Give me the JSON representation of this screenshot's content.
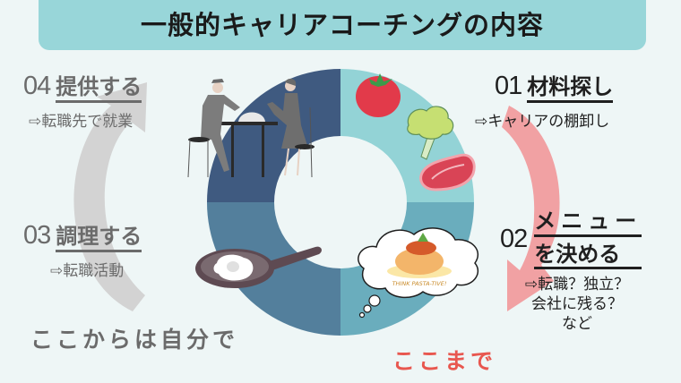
{
  "title": "一般的キャリアコーチングの内容",
  "colors": {
    "background": "#eef6f6",
    "banner": "#98d6d9",
    "ring_top_left": "#3f5a80",
    "ring_top_right": "#93d3d6",
    "ring_bottom_left": "#537f9c",
    "ring_bottom_right": "#6aadbd",
    "coach_arrow": "#f1a1a3",
    "self_arrow": "#d3d3d3",
    "coach_note": "#e8574f",
    "self_note": "#6b6b6b"
  },
  "steps": [
    {
      "num": "01",
      "title": "材料探し",
      "sub": [
        "⇨キャリアの棚卸し"
      ]
    },
    {
      "num": "02",
      "title_lines": [
        "メニュー",
        "を決める"
      ],
      "sub": [
        "⇨転職？独立？",
        "会社に残る？",
        "など"
      ]
    },
    {
      "num": "03",
      "title": "調理する",
      "sub": [
        "⇨転職活動"
      ]
    },
    {
      "num": "04",
      "title": "提供する",
      "sub": [
        "⇨転職先で就業"
      ]
    }
  ],
  "notes": {
    "coach_scope": "ここまで",
    "self_scope": "ここからは自分で"
  },
  "illustrations": {
    "top_right": [
      "tomato-icon",
      "broccoli-icon",
      "steak-icon"
    ],
    "bottom_right": {
      "icon": "pasta-thought-bubble",
      "caption": "THINK PASTA-TIVE!"
    },
    "bottom_left": "frying-pan-egg-icon",
    "top_left": "dining-couple-illustration"
  }
}
